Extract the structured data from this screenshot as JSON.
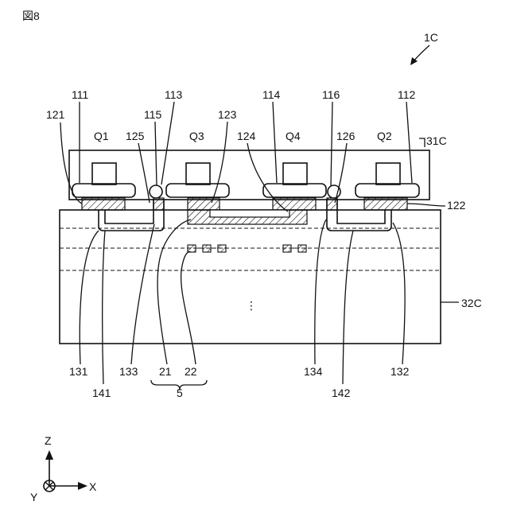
{
  "figure_label": "図8",
  "device_label": "1C",
  "transistors": {
    "q1": "Q1",
    "q3": "Q3",
    "q4": "Q4",
    "q2": "Q2"
  },
  "board_labels": {
    "top": "31C",
    "bottom": "32C"
  },
  "ellipsis": "⋮",
  "refs": {
    "r111": "111",
    "r113": "113",
    "r114": "114",
    "r116": "116",
    "r112": "112",
    "r121": "121",
    "r115": "115",
    "r123": "123",
    "r125": "125",
    "r124": "124",
    "r126": "126",
    "r122": "122",
    "r131": "131",
    "r133": "133",
    "r21": "21",
    "r22": "22",
    "r134": "134",
    "r132": "132",
    "r141": "141",
    "r5": "5",
    "r142": "142"
  },
  "axes": {
    "z": "Z",
    "y": "Y",
    "x": "X"
  }
}
